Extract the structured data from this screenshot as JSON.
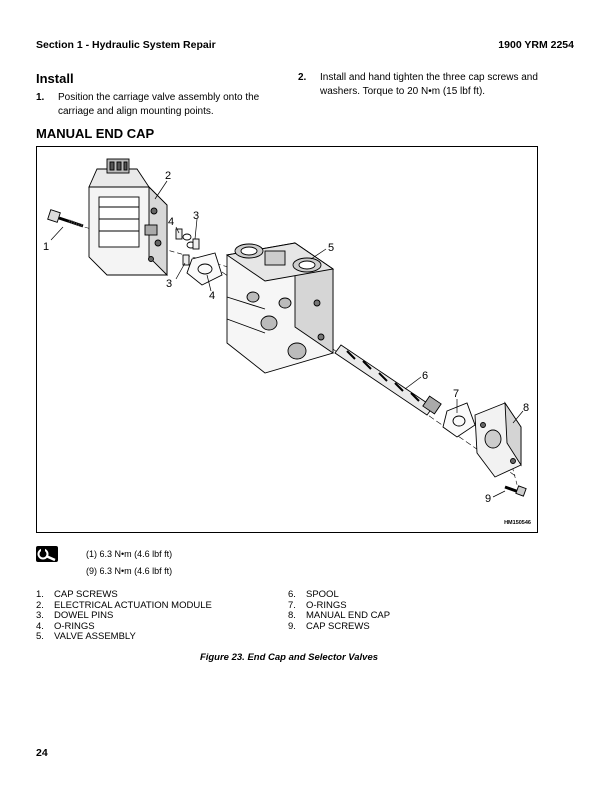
{
  "header": {
    "section": "Section 1 - Hydraulic System Repair",
    "doc_id": "1900 YRM 2254"
  },
  "install": {
    "heading": "Install",
    "step1_num": "1.",
    "step1_text": "Position the carriage valve assembly onto the carriage and align mounting points.",
    "step2_num": "2.",
    "step2_text": "Install and hand tighten the three cap screws and washers. Torque to 20 N•m (15 lbf ft)."
  },
  "section_heading": "MANUAL END CAP",
  "figure": {
    "callouts": [
      "1",
      "2",
      "3",
      "4",
      "5",
      "6",
      "7",
      "8",
      "9"
    ],
    "callout_3b": "3",
    "callout_4b": "4",
    "image_id": "HM150546"
  },
  "torque": {
    "icon": "wrench-icon",
    "line1": "(1) 6.3 N•m  (4.6 lbf ft)",
    "line2": "(9) 6.3 N•m  (4.6 lbf ft)"
  },
  "legend": {
    "col1": [
      {
        "num": "1.",
        "text": "CAP SCREWS"
      },
      {
        "num": "2.",
        "text": "ELECTRICAL ACTUATION MODULE"
      },
      {
        "num": "3.",
        "text": "DOWEL PINS"
      },
      {
        "num": "4.",
        "text": "O-RINGS"
      },
      {
        "num": "5.",
        "text": "VALVE ASSEMBLY"
      }
    ],
    "col2": [
      {
        "num": "6.",
        "text": "SPOOL"
      },
      {
        "num": "7.",
        "text": "O-RINGS"
      },
      {
        "num": "8.",
        "text": "MANUAL END CAP"
      },
      {
        "num": "9.",
        "text": "CAP SCREWS"
      }
    ]
  },
  "caption": "Figure 23. End Cap and Selector Valves",
  "page_number": "24"
}
